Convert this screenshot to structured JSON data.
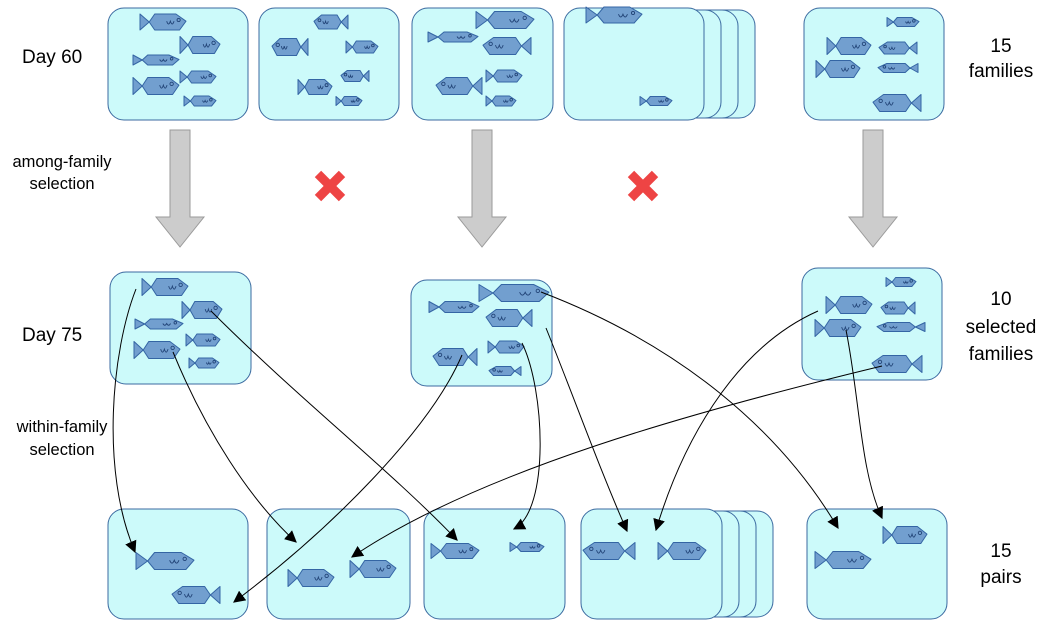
{
  "labels": {
    "day60": "Day 60",
    "day75": "Day 75",
    "among_family_1": "among-family",
    "among_family_2": "selection",
    "within_family_1": "within-family",
    "within_family_2": "selection",
    "families_count": "15",
    "families_word": "families",
    "selected_count": "10",
    "selected_1": "selected",
    "selected_2": "families",
    "pairs_count": "15",
    "pairs_word": "pairs"
  },
  "colors": {
    "tank_fill": "#ccfafa",
    "tank_stroke": "#3b6aa0",
    "fish_fill": "#729fcf",
    "fish_stroke": "#3465a4",
    "selection_arrow": "#cccccc",
    "reject_mark": "#ee4444",
    "line": "#000000"
  },
  "icons": {
    "tank": "aquarium-tank-icon",
    "fish": "fish-icon",
    "reject": "red-x-icon",
    "arrow": "down-arrow-icon"
  }
}
